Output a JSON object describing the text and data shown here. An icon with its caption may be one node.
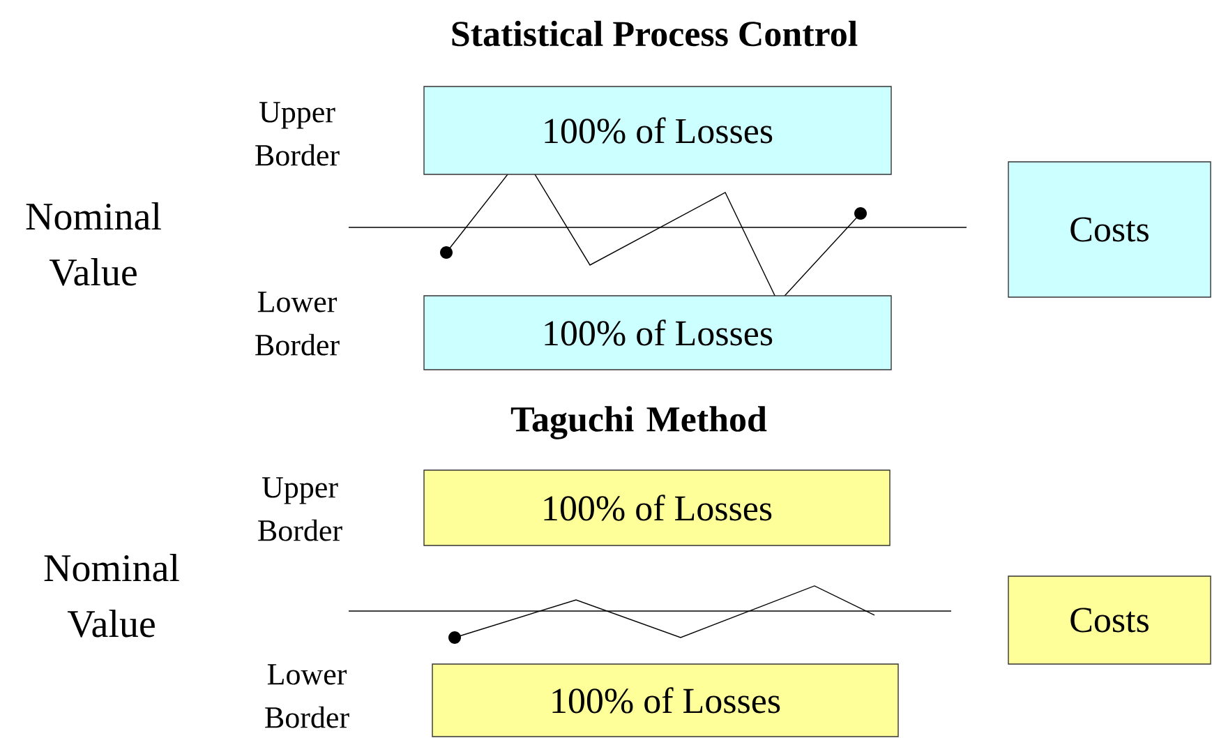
{
  "diagram": {
    "title": "Statistical Process Control",
    "nodes": [
      {
        "text": [
          "100% of Losses"
        ]
      },
      {
        "text": [
          "100% of Losses"
        ]
      },
      {
        "text": [
          "Costs"
        ]
      },
      {
        "text": [
          "100% of Losses"
        ]
      },
      {
        "text": [
          "100% of Losses"
        ]
      },
      {
        "text": [
          "Costs"
        ]
      }
    ],
    "labels": [
      "Upper Border",
      "Nominal Value",
      "Lower Border",
      "Taguchi Method",
      "Upper Border",
      "Nominal Value",
      "Lower Border"
    ]
  }
}
